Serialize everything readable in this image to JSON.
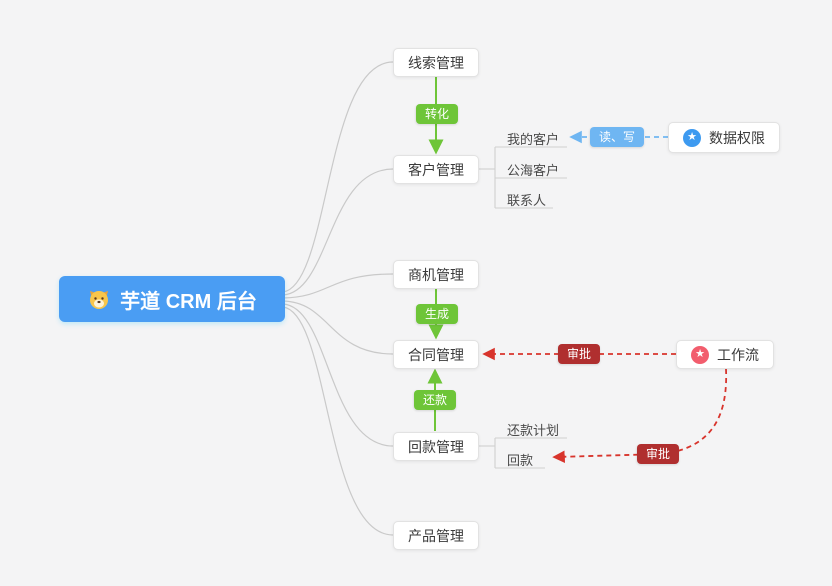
{
  "colors": {
    "background": "#f4f4f5",
    "root_blue": "#4a9df3",
    "arrow_green": "#6ec538",
    "badge_light_blue": "#6fb6f2",
    "badge_dark_red": "#b02f2f",
    "dashed_red": "#d8342c",
    "dashed_blue": "#6fb6f2",
    "branch_gray": "#c9c9c9",
    "icon_blue": "#3d9af0",
    "icon_pink": "#f25d6d"
  },
  "root": {
    "label": "芋道 CRM 后台",
    "icon": "dog-face-icon"
  },
  "nodes": {
    "clue": {
      "label": "线索管理"
    },
    "customer": {
      "label": "客户管理"
    },
    "business": {
      "label": "商机管理"
    },
    "contract": {
      "label": "合同管理"
    },
    "receivable": {
      "label": "回款管理"
    },
    "product": {
      "label": "产品管理"
    },
    "data_permission": {
      "label": "数据权限",
      "icon": "star-circle-blue-icon"
    },
    "workflow": {
      "label": "工作流",
      "icon": "star-circle-pink-icon"
    }
  },
  "sub_items": {
    "my_customer": {
      "label": "我的客户"
    },
    "public_customer": {
      "label": "公海客户"
    },
    "contact": {
      "label": "联系人"
    },
    "repayment_plan": {
      "label": "还款计划"
    },
    "repayment": {
      "label": "回款"
    }
  },
  "badges": {
    "convert": {
      "label": "转化"
    },
    "generate": {
      "label": "生成"
    },
    "repay": {
      "label": "还款"
    },
    "read_write": {
      "label": "读、写"
    },
    "approve_contract": {
      "label": "审批"
    },
    "approve_receivable": {
      "label": "审批"
    }
  }
}
